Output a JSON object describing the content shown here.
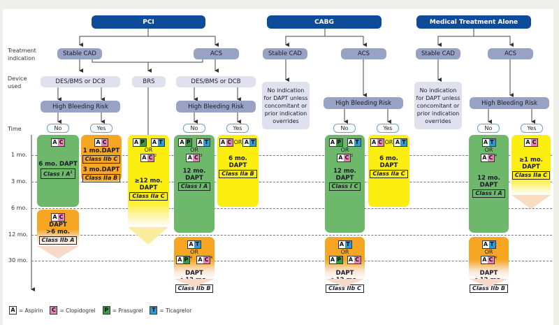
{
  "headers": {
    "pci": "PCI",
    "cabg": "CABG",
    "mta": "Medical Treatment Alone"
  },
  "row_labels": {
    "treatment": "Treatment\nindication",
    "device": "Device\nused",
    "time": "Time"
  },
  "indications": {
    "stable": "Stable CAD",
    "acs": "ACS"
  },
  "devices": {
    "des": "DES/BMS or DCB",
    "brs": "BRS"
  },
  "hbr": "High Bleeding Risk",
  "no_indication": "No indication for DAPT unless concomitant or prior indication overrides",
  "yes": "Yes",
  "no": "No",
  "or": "OR",
  "time_ticks": [
    "1 mo.",
    "3 mo.",
    "6 mo.",
    "12 mo.",
    "30 mo."
  ],
  "drugs": {
    "A": "A",
    "C": "C",
    "P": "P",
    "T": "T"
  },
  "legend": [
    {
      "code": "A",
      "label": "= Aspirin"
    },
    {
      "code": "C",
      "label": "= Clopidogrel"
    },
    {
      "code": "P",
      "label": "= Prasugrel"
    },
    {
      "code": "T",
      "label": "= Ticagrelor"
    }
  ],
  "boxes": {
    "pci_stable_no": {
      "dur": "6 mo. DAPT",
      "cls": "Class I A",
      "sup": "1"
    },
    "pci_stable_yes": {
      "dur1": "1 mo.DAPT",
      "cls1": "Class IIb C",
      "dur2": "3 mo.DAPT",
      "cls2": "Class IIa B"
    },
    "pci_stable_ext": {
      "dur1": "DAPT",
      "dur2": ">6 mo.",
      "cls": "Class IIb A"
    },
    "pci_brs": {
      "dur1": "≥12 mo.",
      "dur2": "DAPT",
      "cls": "Class IIa C",
      "sup": "2"
    },
    "pci_acs_no": {
      "dur": "12 mo. DAPT",
      "cls": "Class I A",
      "sup": "3"
    },
    "pci_acs_yes": {
      "dur1": "6 mo.",
      "dur2": "DAPT",
      "cls": "Class IIa B"
    },
    "pci_acs_ext": {
      "dur1": "DAPT",
      "dur2": ">12 mo.",
      "cls": "Class IIb B",
      "sup": "4"
    },
    "cabg_acs_no": {
      "dur": "12 mo. DAPT",
      "cls": "Class I C",
      "sup": "3"
    },
    "cabg_acs_yes": {
      "dur1": "6 mo.",
      "dur2": "DAPT",
      "cls": "Class IIa C"
    },
    "cabg_acs_ext": {
      "dur1": "DAPT",
      "dur2": ">12 mo.",
      "cls": "Class IIb C"
    },
    "mta_acs_no": {
      "dur": "12 mo. DAPT",
      "cls": "Class I A",
      "sup": "4"
    },
    "mta_acs_yes": {
      "dur1": "≥1 mo.",
      "dur2": "DAPT",
      "cls": "Class IIa C"
    },
    "mta_acs_ext": {
      "dur1": "DAPT",
      "dur2": ">12 mo.",
      "cls": "Class IIb B",
      "sup": "4"
    }
  }
}
